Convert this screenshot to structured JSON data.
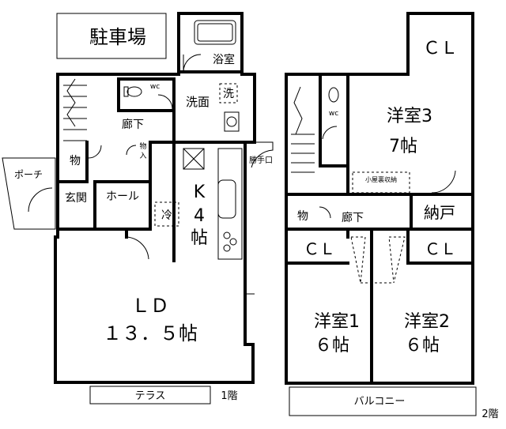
{
  "floor1": {
    "parking": "駐車場",
    "bathroom": "浴室",
    "wc": "wc",
    "washroom": "洗面",
    "wash": "洗",
    "hallway": "廊下",
    "storage": "物",
    "storage_small": "物入",
    "kitchen_a": "K",
    "kitchen_b": "4",
    "kitchen_c": "帖",
    "service_door": "勝手口",
    "porch": "ポーチ",
    "entrance": "玄関",
    "hall": "ホール",
    "fridge": "冷",
    "ld_a": "ＬＤ",
    "ld_b": "１３．５帖",
    "terrace": "テラス",
    "floor_label": "1階"
  },
  "floor2": {
    "closet_top": "ＣＬ",
    "western3_a": "洋室3",
    "western3_b": "7帖",
    "wc": "wc",
    "attic_storage": "小屋裏収納",
    "storage": "物",
    "hallway": "廊下",
    "storeroom": "納戸",
    "closet_1": "ＣＬ",
    "closet_2": "ＣＬ",
    "western1_a": "洋室1",
    "western1_b": "６帖",
    "western2_a": "洋室2",
    "western2_b": "６帖",
    "balcony": "バルコニー",
    "floor_label": "2階"
  }
}
